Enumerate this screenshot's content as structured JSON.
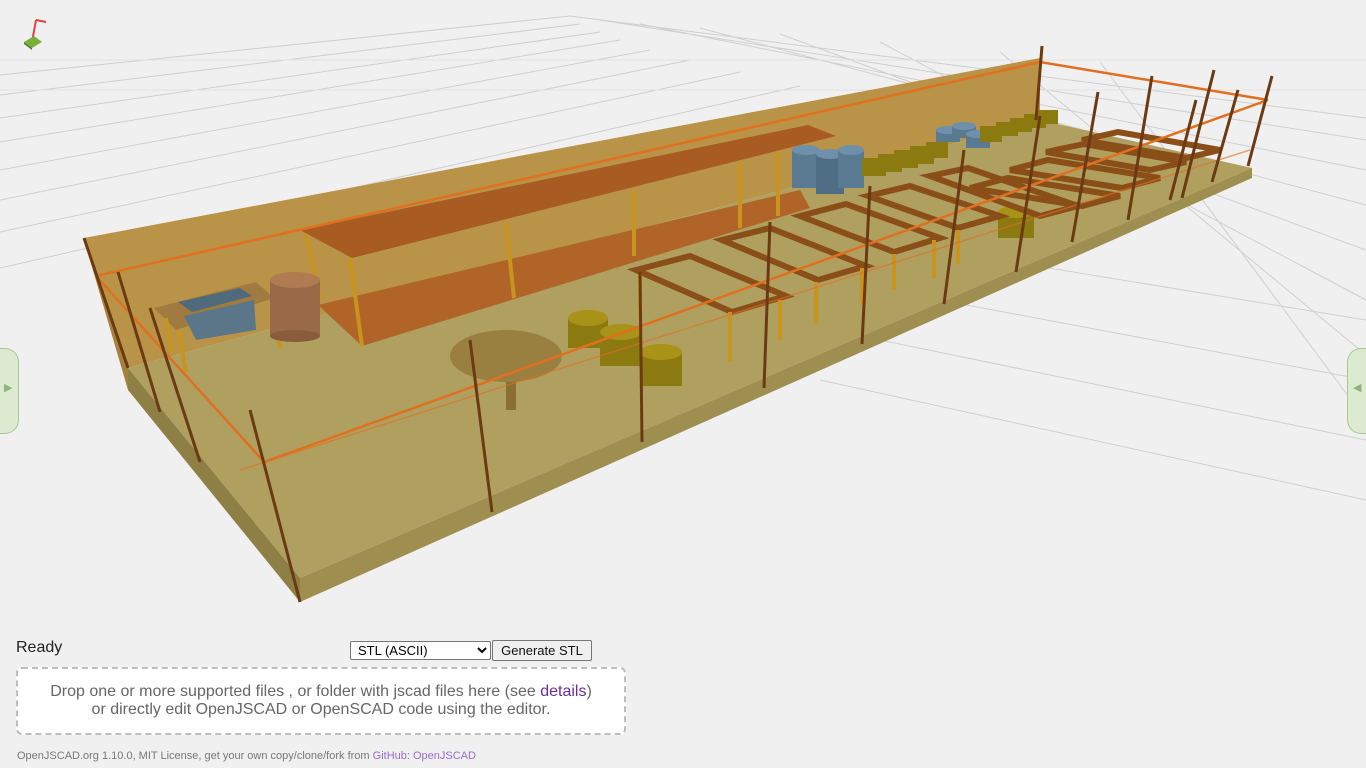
{
  "viewer": {
    "logo_icon": "openjscad-logo-icon",
    "left_panel_toggle_glyph": "▶",
    "right_panel_toggle_glyph": "◀",
    "colors": {
      "background": "#f0f0f0",
      "grid": "#cfcfcf",
      "floor": "#a8985a",
      "wall": "#b8944a",
      "shelf": "#a55a20",
      "fence": "#e07020",
      "post": "#6b3a12",
      "barrel_blue": "#5a7a92",
      "pot_olive": "#8a7a10"
    }
  },
  "status": {
    "text": "Ready"
  },
  "export": {
    "format_options": [
      "STL (ASCII)"
    ],
    "selected_format": "STL (ASCII)",
    "generate_label": "Generate STL"
  },
  "dropzone": {
    "line1_prefix": "Drop one or more supported files , or folder with jscad files here (see ",
    "details_link": "details",
    "line1_suffix": ")",
    "line2": "or directly edit OpenJSCAD or OpenSCAD code using the editor."
  },
  "footer": {
    "text": "OpenJSCAD.org 1.10.0, MIT License, get your own copy/clone/fork from ",
    "link_text": "GitHub: OpenJSCAD"
  }
}
